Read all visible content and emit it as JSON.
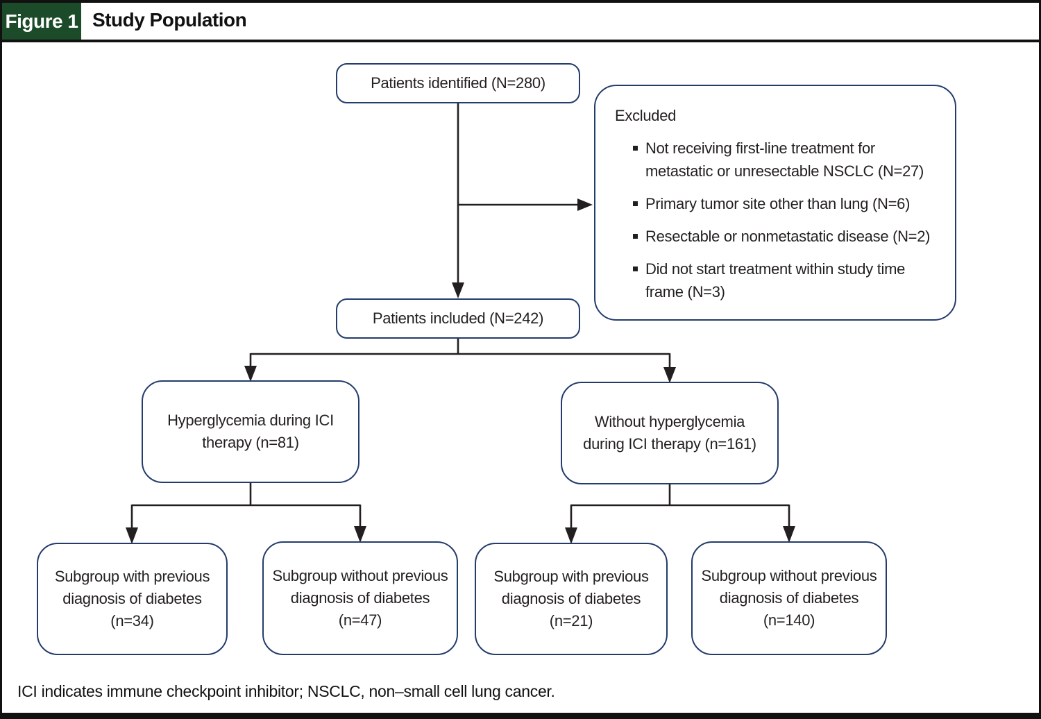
{
  "figure": {
    "label": "Figure 1",
    "title": "Study Population",
    "footnote": "ICI indicates immune checkpoint inhibitor; NSCLC, non–small cell lung cancer."
  },
  "colors": {
    "header_green": "#1c4b29",
    "box_border_navy": "#233c6b",
    "line_black": "#231f20"
  },
  "nodes": {
    "identified": {
      "lines": [
        "Patients identified (N=280)"
      ]
    },
    "excluded": {
      "title": "Excluded",
      "items": [
        "Not receiving first-line treatment for metastatic or unresectable NSCLC (N=27)",
        "Primary tumor site other than lung (N=6)",
        "Resectable or nonmetastatic disease (N=2)",
        "Did not start treatment within study time frame (N=3)"
      ]
    },
    "included": {
      "lines": [
        "Patients included (N=242)"
      ]
    },
    "hyperglycemia": {
      "lines": [
        "Hyperglycemia during ICI",
        "therapy (n=81)"
      ]
    },
    "without_hyperglycemia": {
      "lines": [
        "Without hyperglycemia",
        "during ICI therapy (n=161)"
      ]
    },
    "subgroup_hyper_diabetes": {
      "lines": [
        "Subgroup with previous",
        "diagnosis of diabetes",
        "(n=34)"
      ]
    },
    "subgroup_hyper_no_diabetes": {
      "lines": [
        "Subgroup without previous",
        "diagnosis of diabetes",
        "(n=47)"
      ]
    },
    "subgroup_nohyper_diabetes": {
      "lines": [
        "Subgroup with previous",
        "diagnosis of diabetes",
        "(n=21)"
      ]
    },
    "subgroup_nohyper_no_diabetes": {
      "lines": [
        "Subgroup without previous",
        "diagnosis of diabetes",
        "(n=140)"
      ]
    }
  }
}
